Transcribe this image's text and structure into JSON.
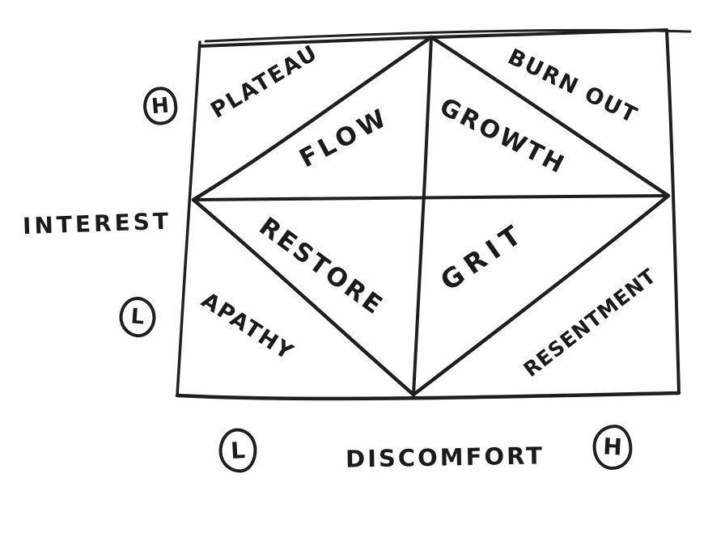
{
  "quadrants": {
    "top_left": {
      "outer": "PLATEAU",
      "inner": "FLOW"
    },
    "top_right": {
      "outer": "BURN OUT",
      "inner": "GROWTH"
    },
    "bottom_left": {
      "outer": "APATHY",
      "inner": "RESTORE"
    },
    "bottom_right": {
      "outer": "RESENTMENT",
      "inner": "GRIT"
    }
  },
  "axes": {
    "vertical": {
      "label": "INTEREST",
      "high": "H",
      "low": "L"
    },
    "horizontal": {
      "label": "DISCOMFORT",
      "low": "L",
      "high": "H"
    }
  },
  "colors": {
    "ink": "#1f1f1f",
    "paper": "#fefefe"
  }
}
